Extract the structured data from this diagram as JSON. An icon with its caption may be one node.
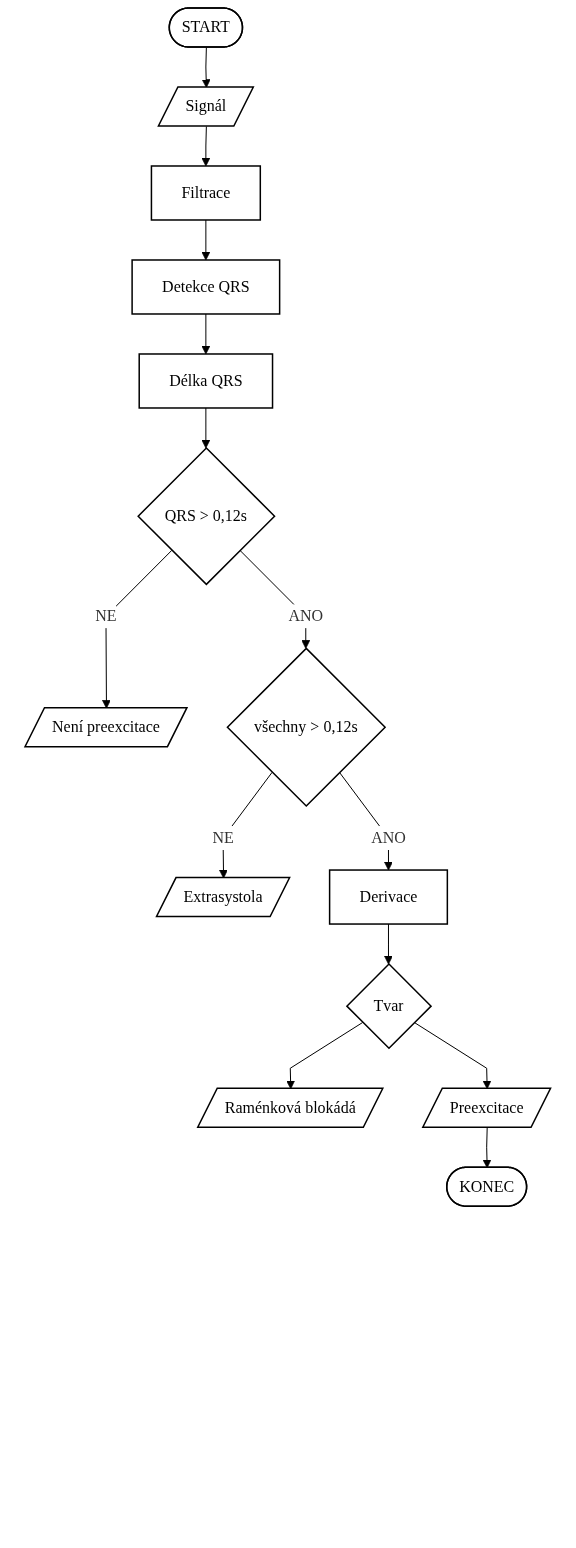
{
  "diagram": {
    "nodes": [
      {
        "text": [
          "START"
        ]
      },
      {
        "text": [
          "Signál"
        ]
      },
      {
        "text": [
          "Filtrace"
        ]
      },
      {
        "text": [
          "Detekce QRS"
        ]
      },
      {
        "text": [
          "Délka QRS"
        ]
      },
      {
        "text": [
          "QRS > 0,12s"
        ]
      },
      {
        "text": [
          "Není preexcitace"
        ]
      },
      {
        "text": [
          "všechny > 0,12s"
        ]
      },
      {
        "text": [
          "Extrasystola"
        ]
      },
      {
        "text": [
          "Derivace"
        ]
      },
      {
        "text": [
          "Tvar"
        ]
      },
      {
        "text": [
          "Raménková blokádá"
        ]
      },
      {
        "text": [
          "Preexcitace"
        ]
      },
      {
        "text": [
          "KONEC"
        ]
      }
    ],
    "edges": [
      {
        "from": 0,
        "to": 1,
        "arrow": "to"
      },
      {
        "from": 1,
        "to": 2,
        "arrow": "to"
      },
      {
        "from": 2,
        "to": 3,
        "arrow": "to"
      },
      {
        "from": 3,
        "to": 4,
        "arrow": "to"
      },
      {
        "from": 4,
        "to": 5,
        "arrow": "to"
      },
      {
        "from": 5,
        "to": 6,
        "arrow": "to",
        "label": "NE"
      },
      {
        "from": 5,
        "to": 7,
        "arrow": "to",
        "label": "ANO"
      },
      {
        "from": 7,
        "to": 8,
        "arrow": "to",
        "label": "NE"
      },
      {
        "from": 7,
        "to": 9,
        "arrow": "to",
        "label": "ANO"
      },
      {
        "from": 9,
        "to": 10,
        "arrow": "to"
      },
      {
        "from": 10,
        "to": 11,
        "arrow": "to"
      },
      {
        "from": 10,
        "to": 12,
        "arrow": "to"
      },
      {
        "from": 12,
        "to": 13,
        "arrow": "to"
      }
    ]
  }
}
